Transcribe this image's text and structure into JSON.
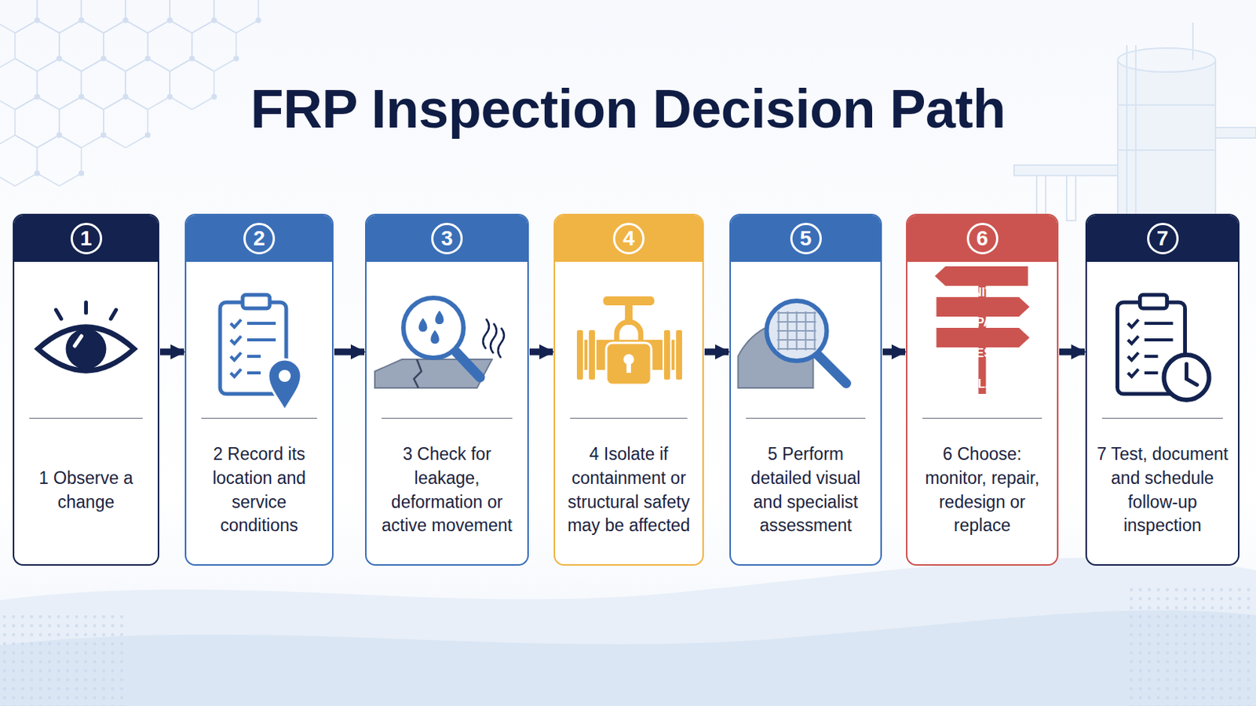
{
  "diagram": {
    "title": "FRP Inspection Decision Path",
    "nodes": [
      {
        "text": [
          "1",
          "1 Observe a change"
        ]
      },
      {
        "text": [
          "2",
          "2 Record its location and service conditions"
        ]
      },
      {
        "text": [
          "3",
          "3 Check for leakage, deformation or active movement"
        ]
      },
      {
        "text": [
          "4",
          "4 Isolate if containment or structural safety may be affected"
        ]
      },
      {
        "text": [
          "5",
          "5 Perform detailed visual and specialist assessment"
        ]
      },
      {
        "text": [
          "6",
          "MONITOR",
          "REPAIR",
          "REDESIGN",
          "REPLACE",
          "6 Choose: monitor, repair, redesign or replace"
        ]
      },
      {
        "text": [
          "7",
          "7 Test, document and schedule follow-up inspection"
        ]
      }
    ],
    "edges": [
      {
        "from": 0,
        "to": 1,
        "arrow": "to"
      },
      {
        "from": 1,
        "to": 2,
        "arrow": "to"
      },
      {
        "from": 2,
        "to": 3,
        "arrow": "to"
      },
      {
        "from": 3,
        "to": 4,
        "arrow": "to"
      },
      {
        "from": 4,
        "to": 5,
        "arrow": "to"
      },
      {
        "from": 5,
        "to": 6,
        "arrow": "to"
      }
    ]
  }
}
